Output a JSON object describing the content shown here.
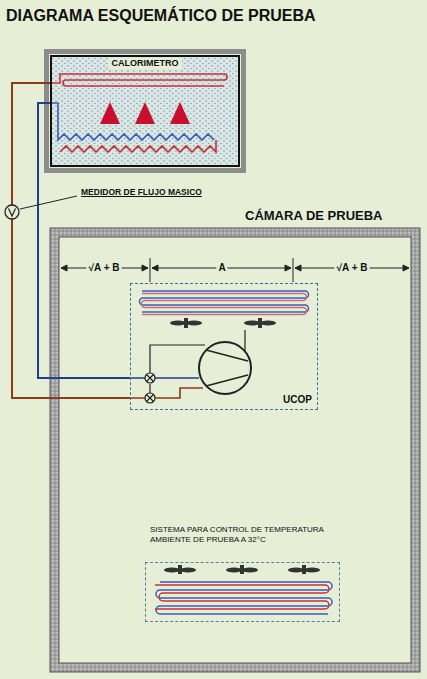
{
  "diagram": {
    "title": "DIAGRAMA ESQUEMÁTICO DE PRUEBA",
    "nodes": [
      {
        "text": [
          "CALORIMETRO"
        ]
      },
      {
        "text": [
          "CÁMARA DE PRUEBA"
        ]
      },
      {
        "text": [
          "UCOP"
        ],
        "in": 1
      },
      {
        "text": [
          "SISTEMA PARA CONTROL DE TEMPERATURA AMBIENTE DE PRUEBA A 32°C"
        ],
        "in": 1
      }
    ],
    "edges": [
      {
        "from": 0,
        "to": 2,
        "arrow": "none"
      },
      {
        "from": 0,
        "to": 2,
        "arrow": "none"
      }
    ],
    "labels": [
      "MEDIDOR DE FLUJO MASICO",
      "√A + B",
      "A",
      "√A + B"
    ]
  }
}
